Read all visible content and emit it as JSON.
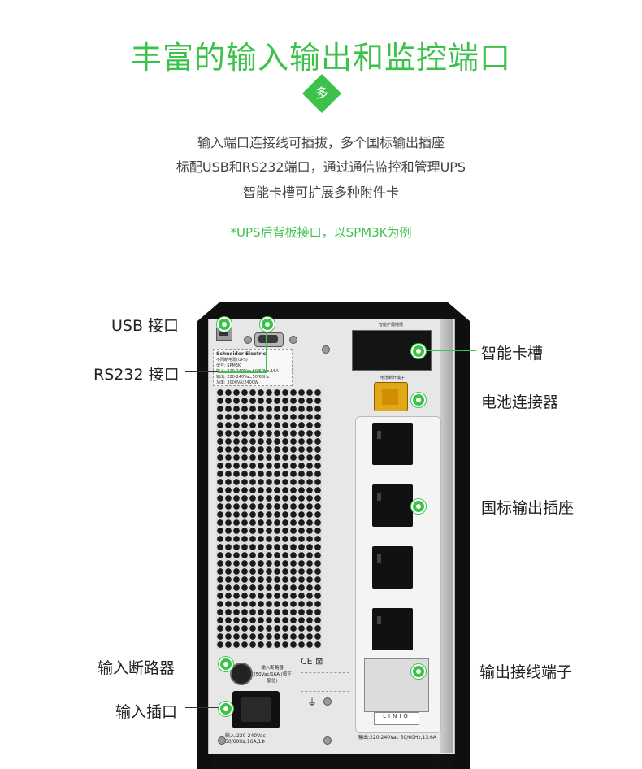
{
  "header": {
    "title": "丰富的输入输出和监控端口",
    "badge": "多",
    "lines": [
      "输入端口连接线可插拔，多个国标输出插座",
      "标配USB和RS232端口，通过通信监控和管理UPS",
      "智能卡槽可扩展多种附件卡"
    ],
    "note": "*UPS后背板接口，以SPM3K为例"
  },
  "device": {
    "brand": "Schneider Electric",
    "sticker_title": "不间断电源(UPS)",
    "sticker_lines": [
      "型号: SPM3K",
      "输入: 220-240Vac,50/60Hz,16A",
      "输出: 220-240Vac,50/60Hz",
      "功率: 3000VA/2400W"
    ],
    "card_slot_label": "智能扩展插槽",
    "battery_label": "电池断开端子",
    "breaker_label": "输入断路器 250Vac/16A (按下复位)",
    "terminal_brand": "LINIG",
    "output_spec": "输出:220-240Vac 50/60Hz,13.6A",
    "input_spec": "输入:220-240Vac 50/60Hz,16A,1Φ",
    "cert": "CE ⊠"
  },
  "callouts": {
    "usb": "USB 接口",
    "rs232": "RS232 接口",
    "smart_slot": "智能卡槽",
    "battery": "电池连接器",
    "outlets": "国标输出插座",
    "breaker": "输入断路器",
    "inlet": "输入插口",
    "terminal": "输出接线端子"
  },
  "colors": {
    "accent": "#3cc24a"
  }
}
